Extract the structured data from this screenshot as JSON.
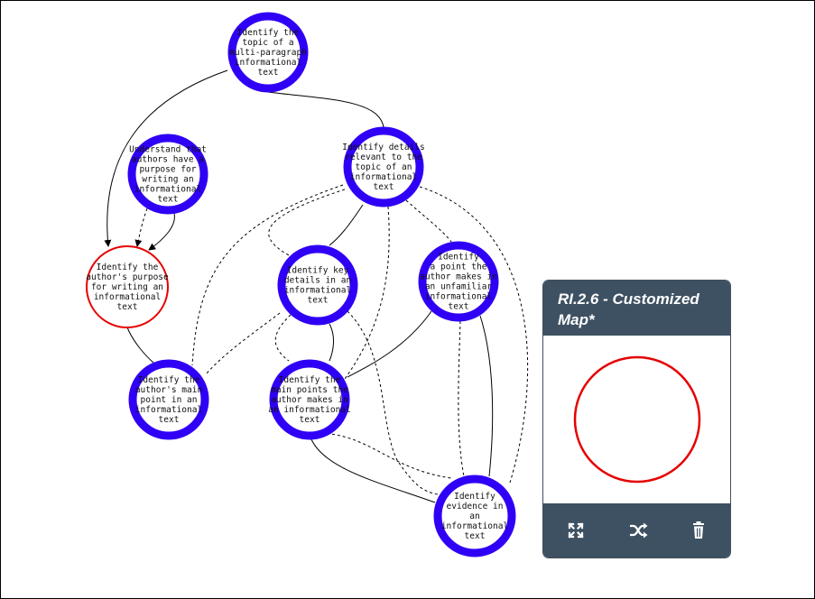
{
  "colors": {
    "node_ring": "#2f00f5",
    "target_ring": "#e60000",
    "panel_dark": "#3e5163",
    "edge": "#000000"
  },
  "nodes": [
    {
      "id": "n1",
      "lines": [
        "Identify the",
        "topic of a",
        "multi-paragraph",
        "informational",
        "text"
      ]
    },
    {
      "id": "n2",
      "lines": [
        "Understand that",
        "authors have a",
        "purpose for",
        "writing an",
        "informational",
        "text"
      ]
    },
    {
      "id": "n3",
      "lines": [
        "Identify details",
        "relevant to the",
        "topic of an",
        "informational",
        "text"
      ]
    },
    {
      "id": "n4",
      "lines": [
        "Identify the",
        "author's purpose",
        "for writing an",
        "informational",
        "text"
      ]
    },
    {
      "id": "n5",
      "lines": [
        "Identify key",
        "details in an",
        "informational",
        "text"
      ]
    },
    {
      "id": "n6",
      "lines": [
        "Identify",
        "a point the",
        "author makes in",
        "an unfamiliar",
        "informational",
        "text"
      ]
    },
    {
      "id": "n7",
      "lines": [
        "Identify the",
        "author's main",
        "point in an",
        "informational",
        "text"
      ]
    },
    {
      "id": "n8",
      "lines": [
        "Identify the",
        "main points the",
        "author makes in",
        "an informational",
        "text"
      ]
    },
    {
      "id": "n9",
      "lines": [
        "Identify",
        "evidence in",
        "an",
        "informational",
        "text"
      ]
    }
  ],
  "panel": {
    "title": "RI.2.6 - Customized Map*",
    "buttons": [
      {
        "name": "expand-button",
        "icon": "expand-icon"
      },
      {
        "name": "shuffle-button",
        "icon": "shuffle-icon"
      },
      {
        "name": "delete-button",
        "icon": "trash-icon"
      }
    ]
  }
}
